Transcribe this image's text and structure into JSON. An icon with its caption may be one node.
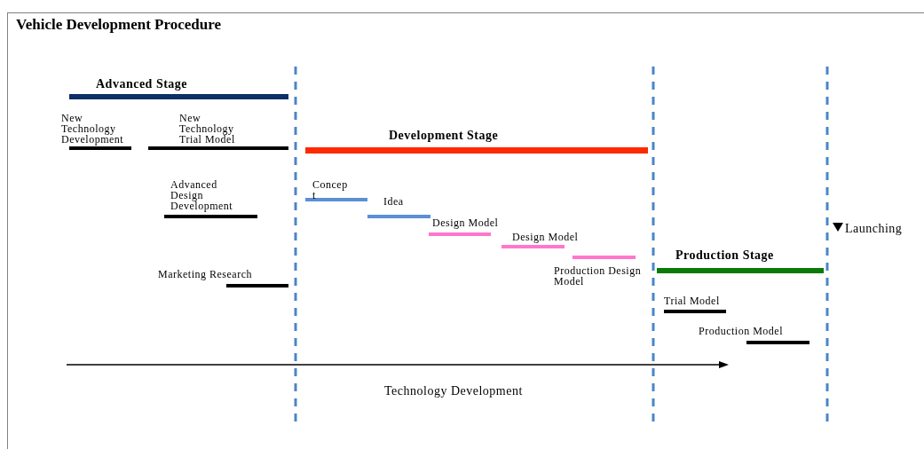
{
  "diagram": {
    "title": "Vehicle Development Procedure",
    "nodes": [
      {
        "text": [
          "Advanced Stage"
        ]
      },
      {
        "text": [
          "New Technology Development"
        ]
      },
      {
        "text": [
          "New Technology Trial Model"
        ]
      },
      {
        "text": [
          "Advanced Design Development"
        ]
      },
      {
        "text": [
          "Marketing Research"
        ]
      },
      {
        "text": [
          "Development Stage"
        ]
      },
      {
        "text": [
          "Concep t"
        ]
      },
      {
        "text": [
          "Idea"
        ]
      },
      {
        "text": [
          "Design Model"
        ]
      },
      {
        "text": [
          "Design Model"
        ]
      },
      {
        "text": [
          "Production Design Model"
        ]
      },
      {
        "text": [
          "Production Stage"
        ]
      },
      {
        "text": [
          "Trial Model"
        ]
      },
      {
        "text": [
          "Production Model"
        ]
      }
    ],
    "labels": [
      "Launching",
      "Technology Development"
    ]
  }
}
